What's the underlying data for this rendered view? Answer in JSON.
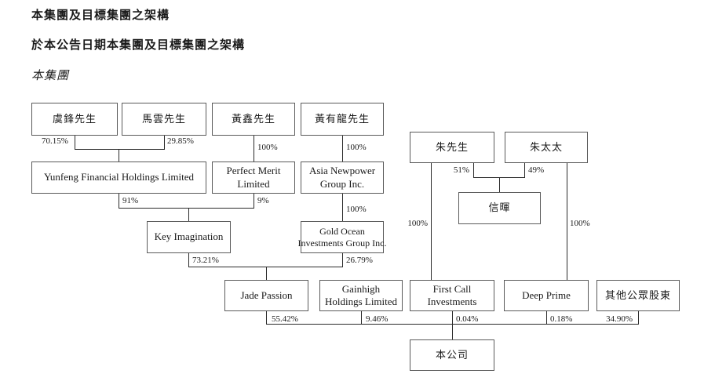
{
  "page": {
    "heading1": "本集團及目標集團之架構",
    "heading2": "於本公告日期本集團及目標集團之架構",
    "heading3": "本集團"
  },
  "chart": {
    "type": "org-structure-diagram",
    "nodes": {
      "yu_feng": {
        "label": "虞鋒先生"
      },
      "ma_yun": {
        "label": "馬雲先生"
      },
      "huang_xin": {
        "label": "黃鑫先生"
      },
      "huang_youlong": {
        "label": "黃有龍先生"
      },
      "yunfeng_financial": {
        "label": "Yunfeng Financial Holdings Limited"
      },
      "perfect_merit": {
        "line1": "Perfect Merit",
        "line2": "Limited"
      },
      "asia_newpower": {
        "line1": "Asia Newpower",
        "line2": "Group Inc."
      },
      "key_imagination": {
        "label": "Key Imagination"
      },
      "gold_ocean": {
        "line1": "Gold Ocean",
        "line2": "Investments Group Inc."
      },
      "mr_zhu": {
        "label": "朱先生"
      },
      "mrs_zhu": {
        "label": "朱太太"
      },
      "xin_hui": {
        "label": "信暉"
      },
      "jade_passion": {
        "label": "Jade Passion"
      },
      "gainhigh": {
        "line1": "Gainhigh",
        "line2": "Holdings Limited"
      },
      "first_call": {
        "line1": "First Call",
        "line2": "Investments"
      },
      "deep_prime": {
        "label": "Deep Prime"
      },
      "other_public": {
        "label": "其他公眾股東"
      },
      "company": {
        "label": "本公司"
      }
    },
    "ownership": {
      "yu_feng_to_yunfeng": "70.15%",
      "ma_yun_to_yunfeng": "29.85%",
      "huang_xin_to_perfect": "100%",
      "huang_youlong_to_asia": "100%",
      "yunfeng_to_key": "91%",
      "perfect_to_key": "9%",
      "asia_to_gold": "100%",
      "key_to_jade": "73.21%",
      "gold_to_jade": "26.79%",
      "mr_zhu_to_xinhui": "51%",
      "mrs_zhu_to_xinhui": "49%",
      "mr_zhu_to_firstcall": "100%",
      "mrs_zhu_to_deepprime": "100%",
      "jade_to_company": "55.42%",
      "gainhigh_to_company": "9.46%",
      "firstcall_to_company": "0.04%",
      "deepprime_to_company": "0.18%",
      "other_to_company": "34.90%"
    }
  }
}
